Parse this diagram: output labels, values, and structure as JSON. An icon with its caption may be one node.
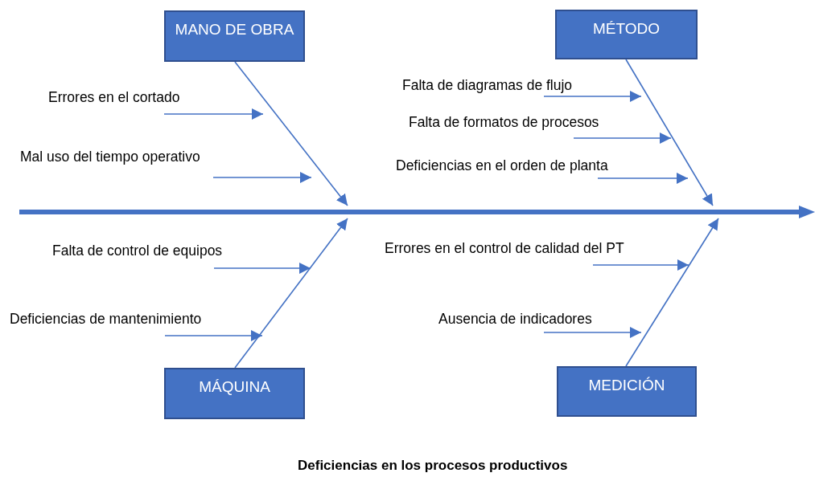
{
  "diagram": {
    "caption": "Deficiencias en los procesos productivos",
    "nodes": [
      {
        "text": [
          "MANO DE OBRA"
        ]
      },
      {
        "text": [
          "MÉTODO"
        ]
      },
      {
        "text": [
          "Errores en el cortado"
        ]
      },
      {
        "text": [
          "Mal uso del tiempo operativo"
        ]
      },
      {
        "text": [
          "Falta de diagramas de flujo"
        ]
      },
      {
        "text": [
          "Falta de formatos de procesos"
        ]
      },
      {
        "text": [
          "Deficiencias en el orden de planta"
        ]
      },
      {
        "text": [],
        "shape": "bar"
      },
      {
        "text": [
          "Falta de control de equipos"
        ]
      },
      {
        "text": [
          "Deficiencias de mantenimiento"
        ]
      },
      {
        "text": [
          "Errores en el control de calidad del PT"
        ]
      },
      {
        "text": [
          "Ausencia de indicadores"
        ]
      },
      {
        "text": [
          "MÁQUINA"
        ]
      },
      {
        "text": [
          "MEDICIÓN"
        ]
      }
    ],
    "edges": [
      {
        "from": 0,
        "to": 7,
        "arrow": "to"
      },
      {
        "from": 1,
        "to": 7,
        "arrow": "to"
      },
      {
        "from": 12,
        "to": 7,
        "arrow": "to"
      },
      {
        "from": 13,
        "to": 7,
        "arrow": "to"
      },
      {
        "from": 2,
        "to": null,
        "arrow": "to"
      },
      {
        "from": 3,
        "to": null,
        "arrow": "to"
      },
      {
        "from": 4,
        "to": null,
        "arrow": "to"
      },
      {
        "from": 5,
        "to": null,
        "arrow": "to"
      },
      {
        "from": 6,
        "to": null,
        "arrow": "to"
      },
      {
        "from": 8,
        "to": null,
        "arrow": "to"
      },
      {
        "from": 9,
        "to": null,
        "arrow": "to"
      },
      {
        "from": 10,
        "to": null,
        "arrow": "to"
      },
      {
        "from": 11,
        "to": null,
        "arrow": "to"
      }
    ]
  }
}
